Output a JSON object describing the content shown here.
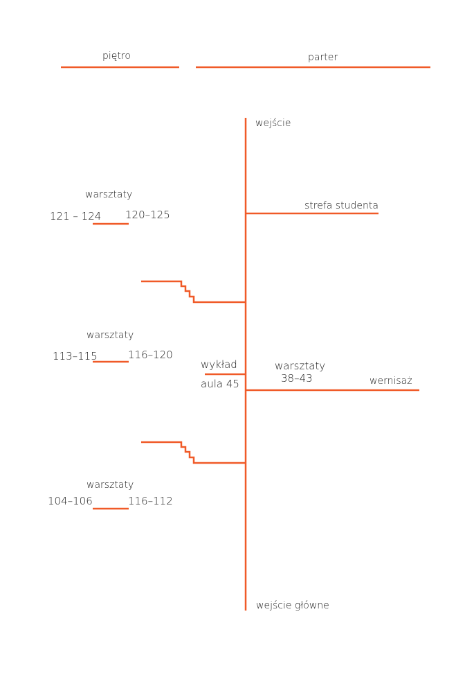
{
  "colors": {
    "line": "#f05a28",
    "text": "#1a1a1a"
  },
  "header": {
    "floor": "piętro",
    "ground": "parter"
  },
  "ground_floor": {
    "entrance": "wejście",
    "student_zone": "strefa studenta",
    "lecture_label": "wykład",
    "lecture_room": "aula 45",
    "workshops_label": "warsztaty",
    "workshops_rooms": "38–43",
    "vernissage": "wernisaż",
    "main_entrance": "wejście główne"
  },
  "upper_floor": {
    "top": {
      "label": "warsztaty",
      "left": "121 – 124",
      "right": "120–125"
    },
    "middle": {
      "label": "warsztaty",
      "left": "113–115",
      "right": "116–120"
    },
    "bottom": {
      "label": "warsztaty",
      "left": "104–106",
      "right": "116–112"
    }
  }
}
